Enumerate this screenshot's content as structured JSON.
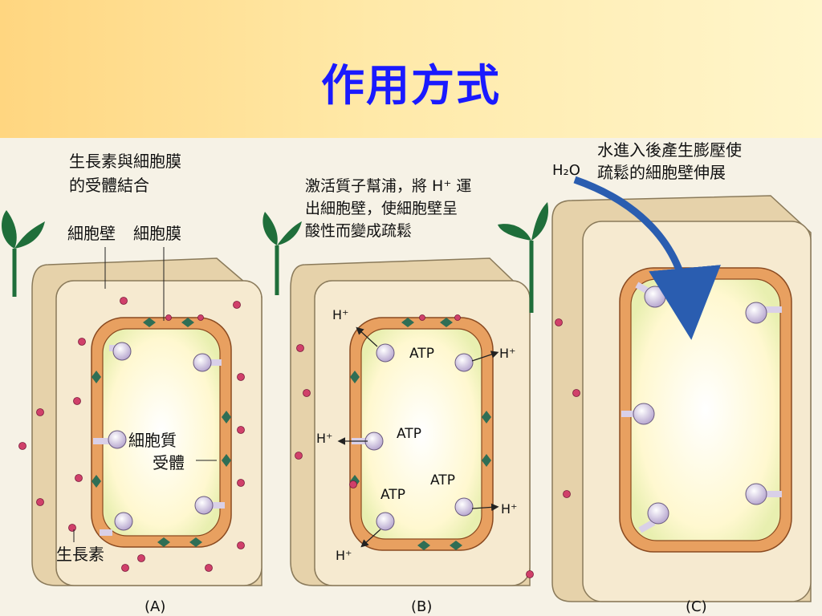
{
  "slide": {
    "title": "作用方式"
  },
  "panel_a": {
    "caption_line1": "生長素與細胞膜",
    "caption_line2": "的受體結合",
    "cell_wall_label": "細胞壁",
    "cell_membrane_label": "細胞膜",
    "cytoplasm_label": "細胞質",
    "receptor_label": "受體",
    "auxin_label": "生長素",
    "panel_letter": "(A)"
  },
  "panel_b": {
    "caption_line1": "激活質子幫浦，將 H⁺ 運",
    "caption_line2": "出細胞壁，使細胞壁呈",
    "caption_line3": "酸性而變成疏鬆",
    "h_plus": "H⁺",
    "atp": "ATP",
    "panel_letter": "(B)"
  },
  "panel_c": {
    "caption_line1": "水進入後產生膨壓使",
    "caption_line2": "疏鬆的細胞壁伸展",
    "water_label": "H₂O",
    "panel_letter": "(C)"
  },
  "colors": {
    "title": "#1a1aff",
    "header_gradient_start": "#ffd680",
    "header_gradient_end": "#fff6cc",
    "cell_wall": "#e9d6b0",
    "membrane": "#e8a060",
    "cytoplasm": "#fffbe0",
    "receptor": "#d9d0e8",
    "auxin": "#d0406a",
    "arrow": "#2a5db0",
    "leaf": "#1f6e3a"
  }
}
